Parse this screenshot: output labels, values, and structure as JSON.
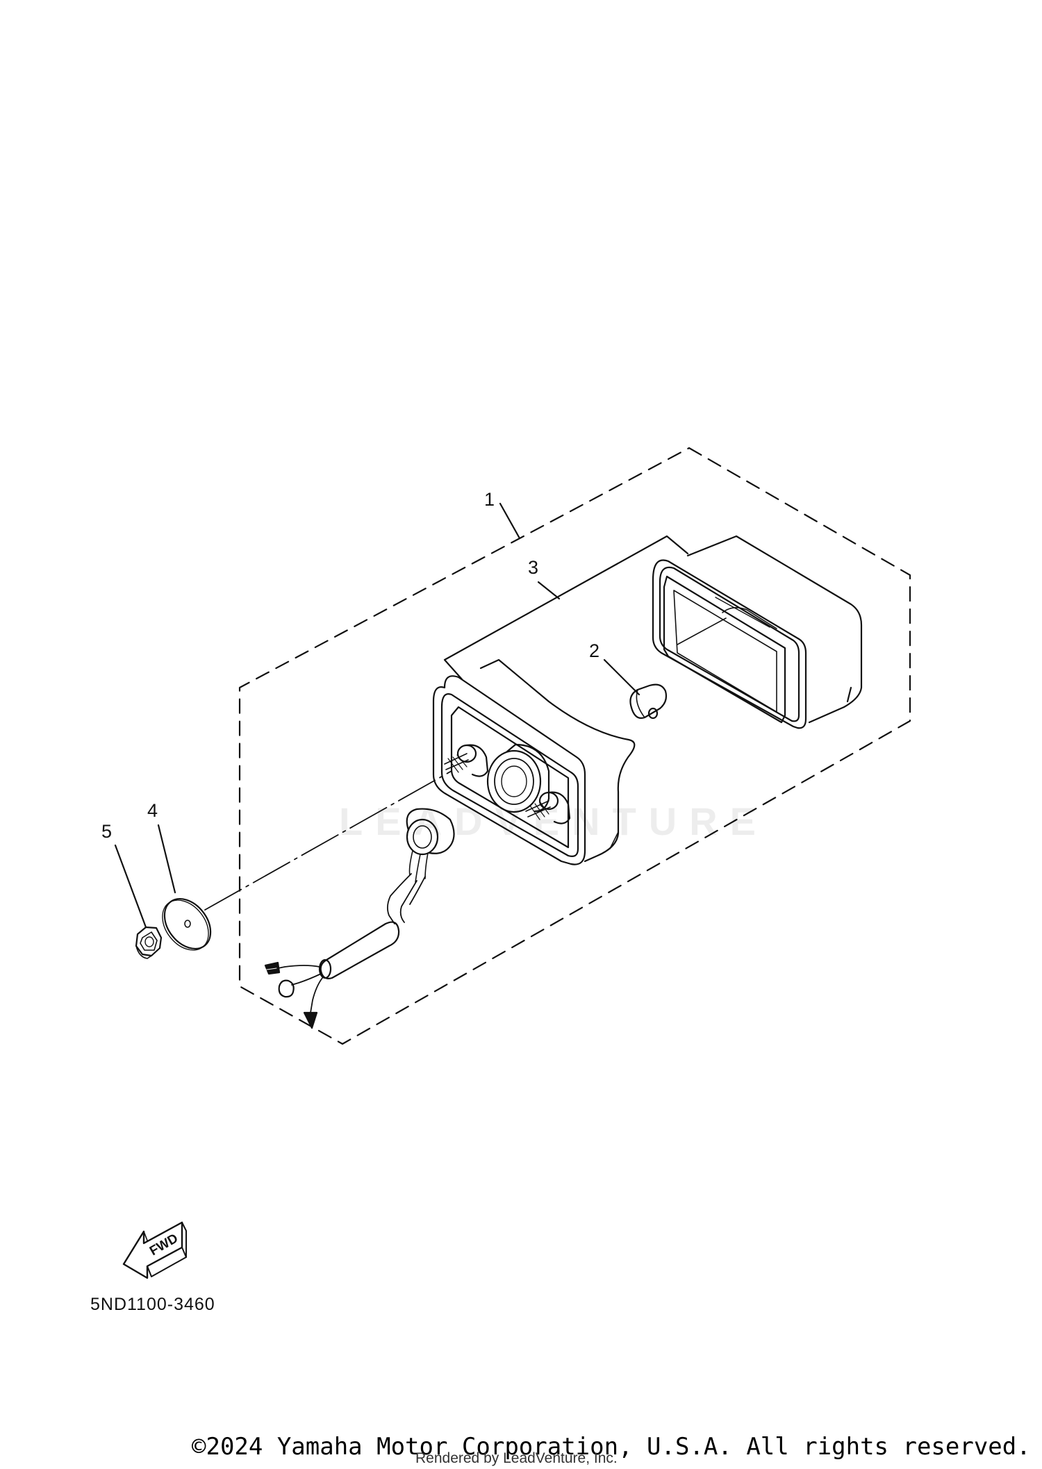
{
  "callouts": {
    "c1": "1",
    "c2": "2",
    "c3": "3",
    "c4": "4",
    "c5": "5"
  },
  "fwd_label": "FWD",
  "part_code": "5ND1100-3460",
  "watermark": "LEADVENTURE",
  "copyright": "©2024 Yamaha Motor Corporation, U.S.A. All rights reserved.",
  "rendered_by": "Rendered by LeadVenture, Inc."
}
